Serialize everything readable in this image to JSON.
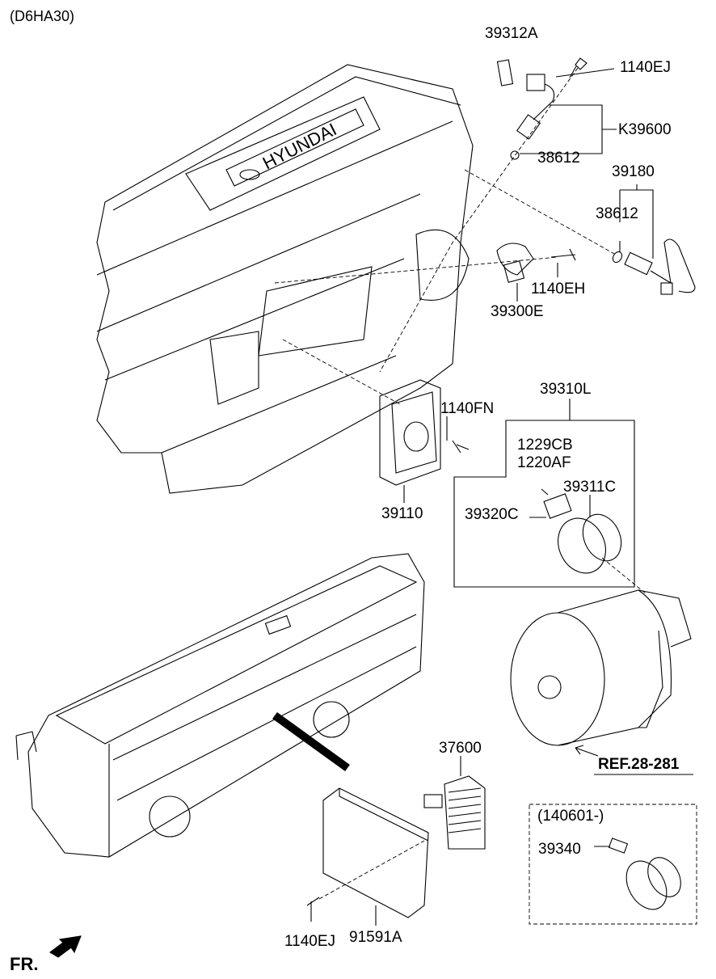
{
  "diagram": {
    "model_code": "(D6HA30)",
    "front_label": "FR.",
    "labels": {
      "p39312A": "39312A",
      "p1140EJ_top": "1140EJ",
      "pK39600": "K39600",
      "p38612_a": "38612",
      "p39180": "39180",
      "p38612_b": "38612",
      "p1140EH": "1140EH",
      "p39300E": "39300E",
      "p39310L": "39310L",
      "p1140FN": "1140FN",
      "p1229CB": "1229CB",
      "p1220AF": "1220AF",
      "p39311C": "39311C",
      "p39320C": "39320C",
      "p39110": "39110",
      "p37600": "37600",
      "ref": "REF.28-281",
      "variant_period": "(140601-)",
      "p39340": "39340",
      "p1140EJ_bottom": "1140EJ",
      "p91591A": "91591A"
    },
    "engine_brand": "HYUNDAI"
  }
}
